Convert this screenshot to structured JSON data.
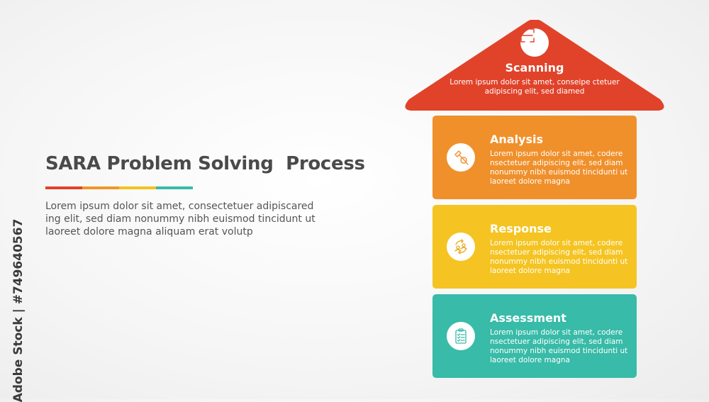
{
  "title": "SARA Problem Solving  Process",
  "description": "Lorem ipsum dolor sit amet, consectetuer adipiscared ing elit, sed diam nonummy nibh euismod tincidunt ut laoreet dolore magna aliquam erat volutp",
  "divider_colors": [
    "#e0432a",
    "#f0962a",
    "#f2c320",
    "#38bba8"
  ],
  "stages": [
    {
      "title": "Scanning",
      "text": "Lorem ipsum dolor sit amet, conseipe ctetuer adipiscing elit, sed diamed",
      "color": "#e0432a",
      "icon": "scan-icon"
    },
    {
      "title": "Analysis",
      "text": "Lorem ipsum dolor sit amet, codere nsectetuer adipiscing elit, sed diam nonummy nibh euismod tincidunti ut laoreet dolore magna",
      "color": "#f0902b",
      "icon": "hammer-analysis-icon"
    },
    {
      "title": "Response",
      "text": "Lorem ipsum dolor sit amet, codere nsectetuer adipiscing elit, sed diam nonummy nibh euismod tincidunti ut laoreet dolore magna",
      "color": "#f5c422",
      "icon": "people-cycle-icon"
    },
    {
      "title": "Assessment",
      "text": "Lorem ipsum dolor sit amet, codere nsectetuer adipiscing elit, sed diam nonummy nibh euismod tincidunti ut laoreet dolore magna",
      "color": "#38bba8",
      "icon": "clipboard-checklist-icon"
    }
  ],
  "watermark": "Adobe Stock | #749640567"
}
